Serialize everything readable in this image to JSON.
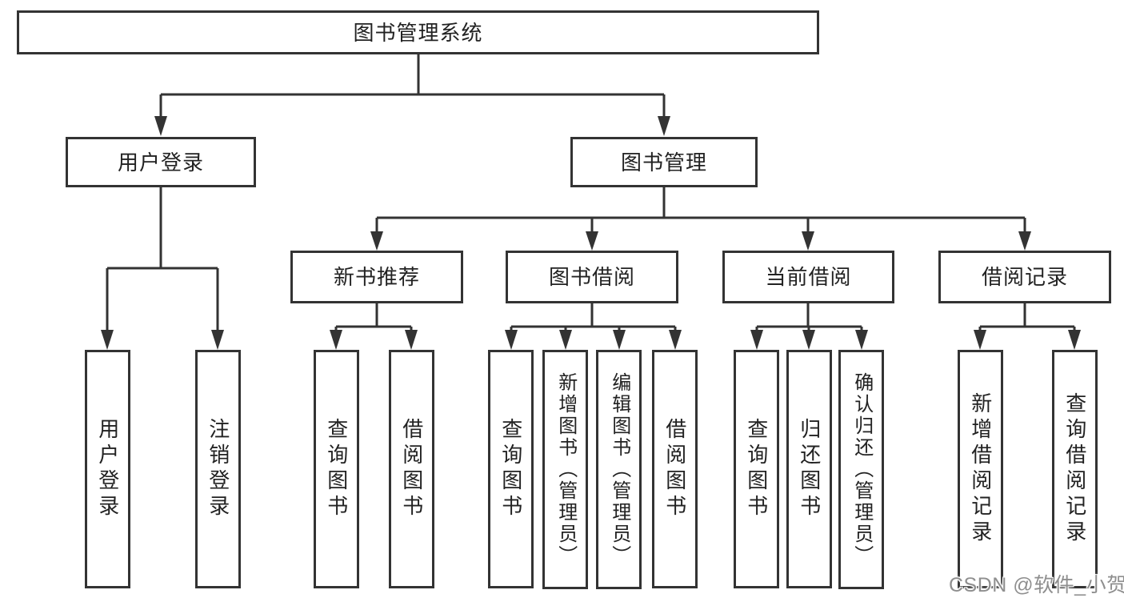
{
  "colors": {
    "background": "#ffffff",
    "line": "#333333",
    "box_border": "#333333",
    "node_text": "#222222",
    "watermark_text": "#8f8f8f"
  },
  "diagram": {
    "root": {
      "label": "图书管理系统",
      "children": [
        {
          "label": "用户登录",
          "children": [
            {
              "label": "用户登录"
            },
            {
              "label": "注销登录"
            }
          ]
        },
        {
          "label": "图书管理",
          "children": [
            {
              "label": "新书推荐",
              "children": [
                {
                  "label": "查询图书"
                },
                {
                  "label": "借阅图书"
                }
              ]
            },
            {
              "label": "图书借阅",
              "children": [
                {
                  "label": "查询图书"
                },
                {
                  "label": "新增图书（管理员）"
                },
                {
                  "label": "编辑图书（管理员）"
                },
                {
                  "label": "借阅图书"
                }
              ]
            },
            {
              "label": "当前借阅",
              "children": [
                {
                  "label": "查询图书"
                },
                {
                  "label": "归还图书"
                },
                {
                  "label": "确认归还（管理员）"
                }
              ]
            },
            {
              "label": "借阅记录",
              "children": [
                {
                  "label": "新增借阅记录"
                },
                {
                  "label": "查询借阅记录"
                }
              ]
            }
          ]
        }
      ]
    }
  },
  "watermark": {
    "text": "CSDN @软件_小贺同学"
  }
}
